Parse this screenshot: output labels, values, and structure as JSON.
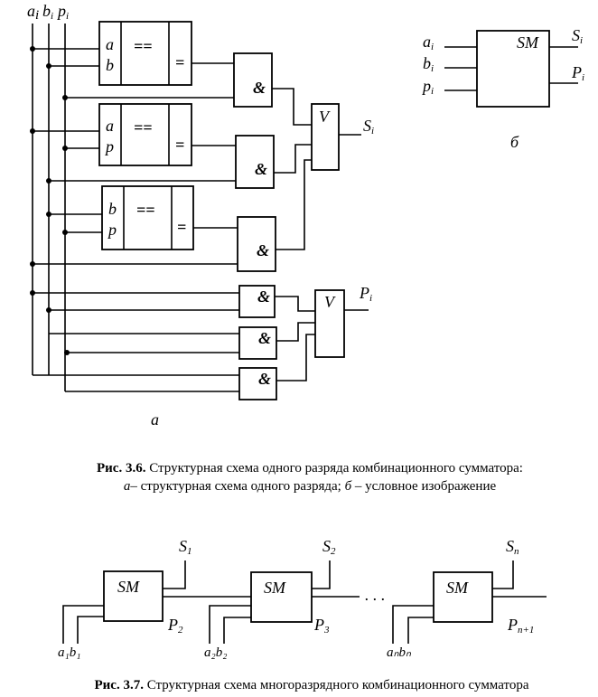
{
  "fig36a": {
    "inputs": {
      "a": "a",
      "b": "b",
      "p": "p",
      "sub": "i"
    },
    "xor_blocks": [
      {
        "in1": "a",
        "in2": "b",
        "sym": "==",
        "out": "="
      },
      {
        "in1": "a",
        "in2": "p",
        "sym": "==",
        "out": "="
      },
      {
        "in1": "b",
        "in2": "p",
        "sym": "==",
        "out": "="
      }
    ],
    "and_symbol": "&",
    "or_symbol": "V",
    "out_s": "S",
    "out_p": "P",
    "out_sub": "i",
    "sublabel": "а"
  },
  "fig36b": {
    "inputs": [
      "a",
      "b",
      "p"
    ],
    "sub": "i",
    "block": "SM",
    "out_s": "S",
    "out_p": "P",
    "sublabel": "б"
  },
  "caption36": {
    "prefix": "Рис. 3.6.",
    "line1": " Структурная схема одного разряда комбинационного сумматора:",
    "a": "а",
    "line2a": "– структурная схема одного разряда; ",
    "b": "б",
    "line2b": " – условное изображение"
  },
  "fig37": {
    "block": "SM",
    "stages": [
      {
        "s": "S",
        "s_sub": "1",
        "p": "P",
        "p_sub": "2",
        "in": "a₁b₁"
      },
      {
        "s": "S",
        "s_sub": "2",
        "p": "P",
        "p_sub": "3",
        "in": "a₂b₂"
      },
      {
        "s": "S",
        "s_sub": "n",
        "p": "P",
        "p_sub": "n+1",
        "in": "aₙbₙ"
      }
    ],
    "ellipsis": ". . ."
  },
  "caption37": {
    "prefix": "Рис. 3.7.",
    "text": " Структурная схема многоразрядного комбинационного сумматора"
  }
}
